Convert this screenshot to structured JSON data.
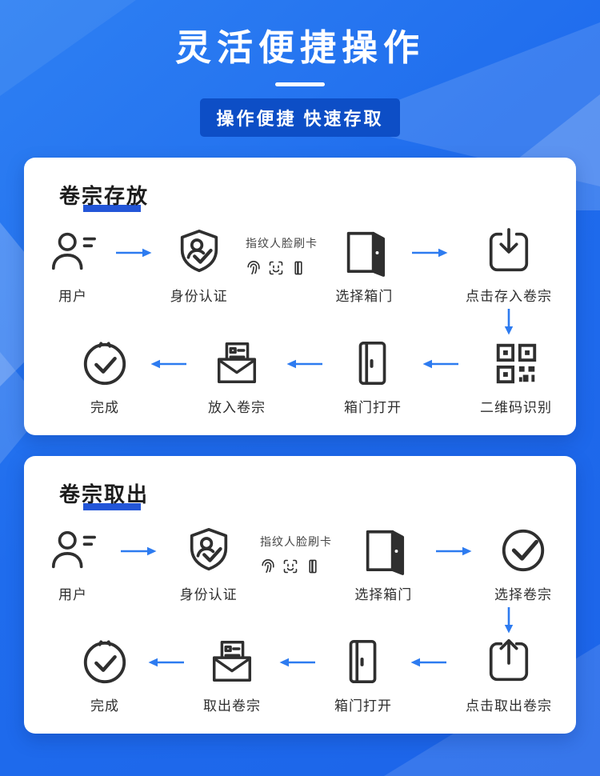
{
  "header": {
    "title": "灵活便捷操作",
    "badge": "操作便捷 快速存取"
  },
  "sections": [
    {
      "title": "卷宗存放",
      "annotation": {
        "text": "指纹人脸刷卡",
        "icons": [
          "fingerprint-icon",
          "face-scan-icon",
          "id-card-icon"
        ]
      },
      "row1": [
        {
          "label": "用户",
          "icon": "user-icon"
        },
        {
          "label": "身份认证",
          "icon": "shield-check-icon"
        },
        {
          "label": "选择箱门",
          "icon": "door-open-icon"
        },
        {
          "label": "点击存入卷宗",
          "icon": "deposit-box-icon"
        }
      ],
      "row2": [
        {
          "label": "完成",
          "icon": "done-circle-icon"
        },
        {
          "label": "放入卷宗",
          "icon": "envelope-file-icon"
        },
        {
          "label": "箱门打开",
          "icon": "cabinet-door-icon"
        },
        {
          "label": "二维码识别",
          "icon": "qr-code-icon"
        }
      ]
    },
    {
      "title": "卷宗取出",
      "annotation": {
        "text": "指纹人脸刷卡",
        "icons": [
          "fingerprint-icon",
          "face-scan-icon",
          "id-card-icon"
        ]
      },
      "row1": [
        {
          "label": "用户",
          "icon": "user-icon"
        },
        {
          "label": "身份认证",
          "icon": "shield-check-icon"
        },
        {
          "label": "选择箱门",
          "icon": "door-open-icon"
        },
        {
          "label": "选择卷宗",
          "icon": "check-circle-icon"
        }
      ],
      "row2": [
        {
          "label": "完成",
          "icon": "done-circle-icon"
        },
        {
          "label": "取出卷宗",
          "icon": "envelope-file-icon"
        },
        {
          "label": "箱门打开",
          "icon": "cabinet-door-icon"
        },
        {
          "label": "点击取出卷宗",
          "icon": "retrieve-box-icon"
        }
      ]
    }
  ],
  "colors": {
    "arrow": "#2d7bf0",
    "badge_bg": "#0d4ec6",
    "accent_underline": "#2356d8",
    "header_blue": "#1f6ced"
  }
}
